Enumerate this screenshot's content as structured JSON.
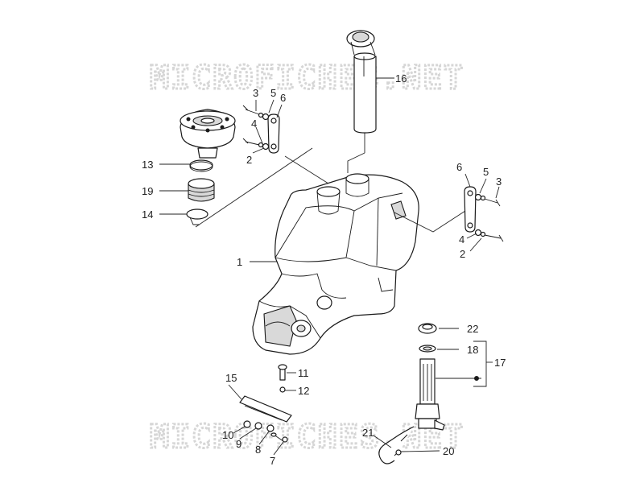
{
  "watermark": "MICROFICHES.NET",
  "callouts": {
    "c1": "1",
    "c2a": "2",
    "c2b": "2",
    "c3a": "3",
    "c3b": "3",
    "c4a": "4",
    "c4b": "4",
    "c5a": "5",
    "c5b": "5",
    "c6a": "6",
    "c6b": "6",
    "c7": "7",
    "c8": "8",
    "c9": "9",
    "c10": "10",
    "c11": "11",
    "c12": "12",
    "c13": "13",
    "c14": "14",
    "c15": "15",
    "c16": "16",
    "c17": "17",
    "c18": "18",
    "c19": "19",
    "c20": "20",
    "c21": "21",
    "c22": "22"
  }
}
